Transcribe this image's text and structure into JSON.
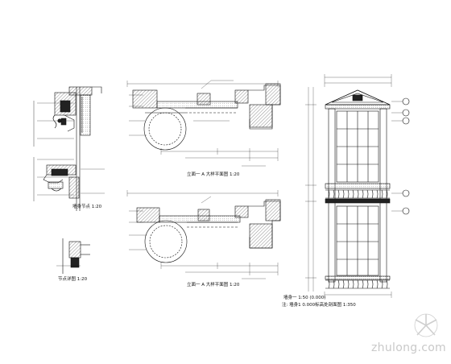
{
  "drawing": {
    "captions": {
      "upper_plan": "立面一 A 大样平面图 1:20",
      "lower_plan": "立面一 A 大样平面图 1:20",
      "elevation": "墙身一 1:50 (0.000)",
      "elevation_note": "注: 墙身1 0.000标高处剖面图 1:350",
      "section_left": "墙身节点 1:20",
      "detail_bottom": "节点详图 1:20"
    },
    "watermark": {
      "text": "zhulong.com",
      "logo": "zhulong-logo-icon"
    },
    "colors": {
      "ink": "#111111",
      "hatch": "#444444",
      "paper": "#ffffff",
      "watermark": "#c9c9c9"
    }
  }
}
